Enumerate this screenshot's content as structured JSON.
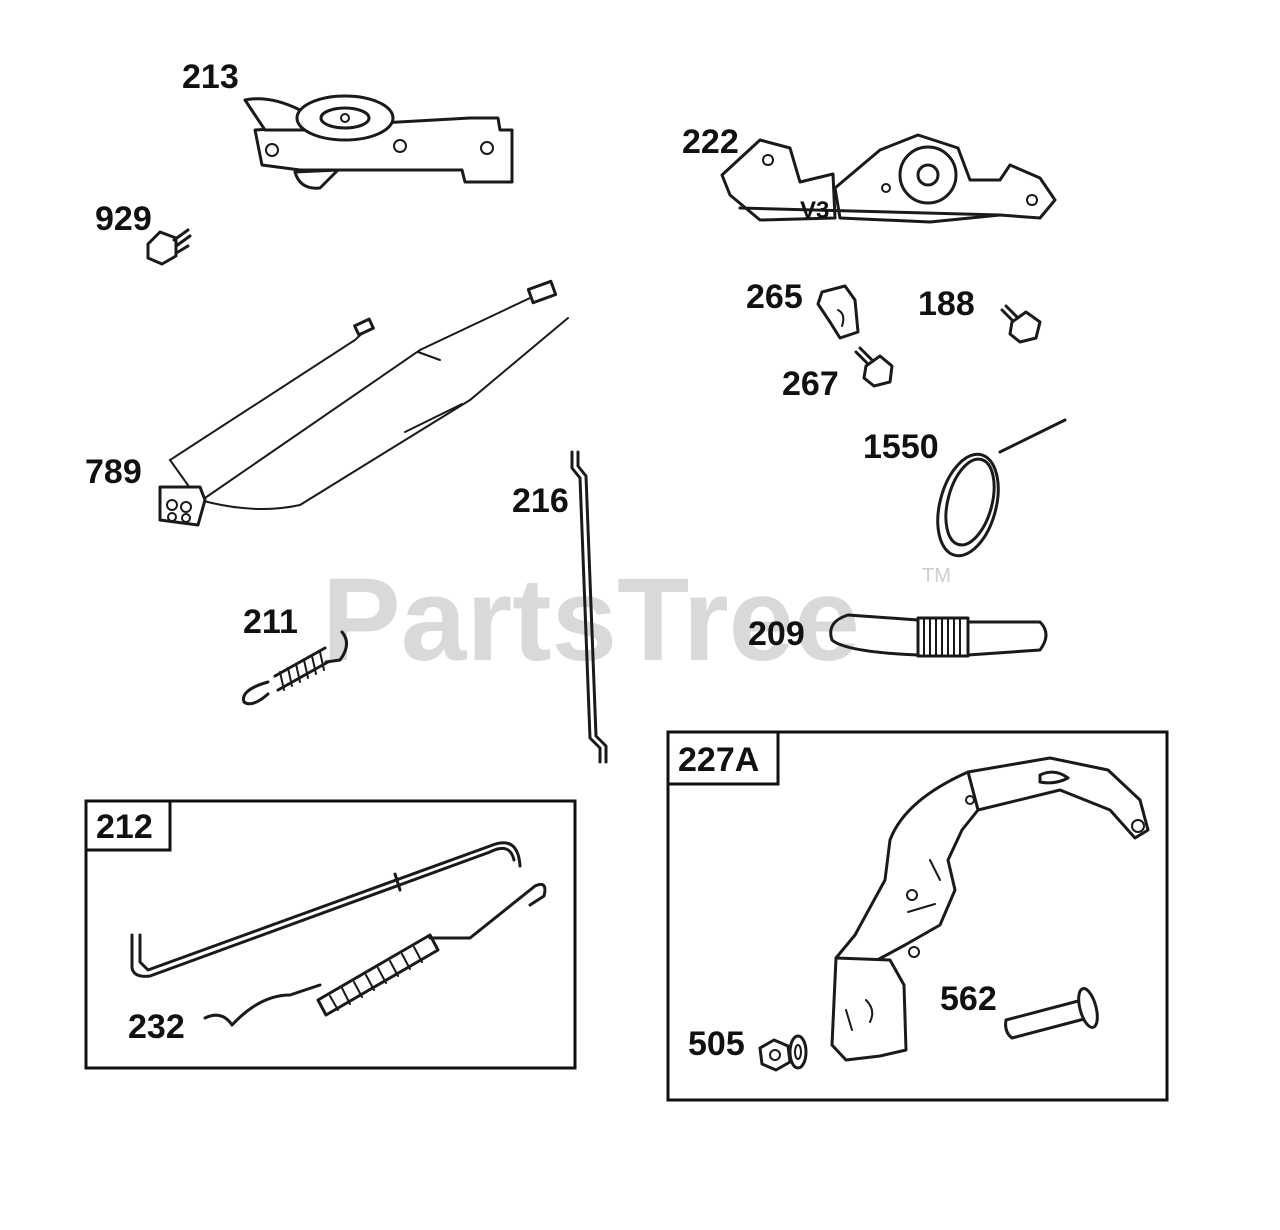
{
  "watermark": {
    "brand": "PartsTree",
    "trademark": "TM"
  },
  "groups": [
    {
      "id": "212",
      "label": "212"
    },
    {
      "id": "227a",
      "label": "227A"
    }
  ],
  "labels": {
    "p213": "213",
    "p929": "929",
    "p789": "789",
    "p222": "222",
    "p265": "265",
    "p188": "188",
    "p267": "267",
    "p1550": "1550",
    "p216": "216",
    "p211": "211",
    "p209": "209",
    "p232": "232",
    "p505": "505",
    "p562": "562",
    "v3": "V3"
  }
}
